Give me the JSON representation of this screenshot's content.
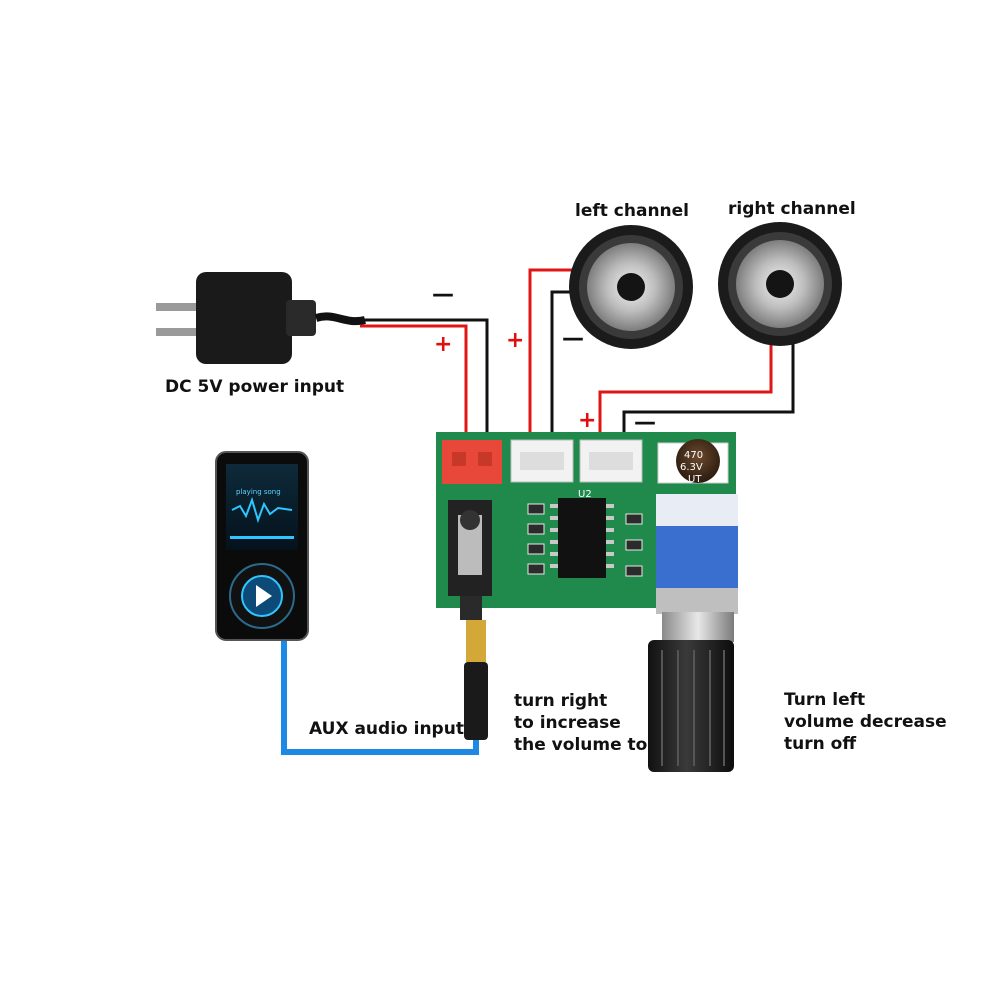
{
  "labels": {
    "left_channel": "left channel",
    "right_channel": "right channel",
    "power_input": "DC 5V power input",
    "aux_input": "AUX audio input",
    "turn_right": [
      "turn right",
      "to increase",
      "the volume to"
    ],
    "turn_left": [
      "Turn left",
      "volume decrease",
      "turn off"
    ]
  },
  "polarity": {
    "plus": "+",
    "minus": "—"
  },
  "capacitor": {
    "line1": "470",
    "line2": "6.3V",
    "line3": "UT"
  },
  "board": {
    "chip_label": "U2"
  },
  "player": {
    "status_text": "playing song"
  },
  "colors": {
    "wire_positive": "#e01515",
    "wire_negative": "#111111",
    "aux_cable": "#1e88e5",
    "pcb": "#1f8a4c",
    "terminal_power": "#e8483a",
    "terminal_speaker": "#f2f2f2",
    "pot_blue": "#3a6fd0"
  },
  "icons": {
    "charger": "power-adapter-icon",
    "speaker": "speaker-icon",
    "player": "mp3-player-icon",
    "knob": "volume-knob-icon",
    "jack": "audio-jack-icon"
  }
}
